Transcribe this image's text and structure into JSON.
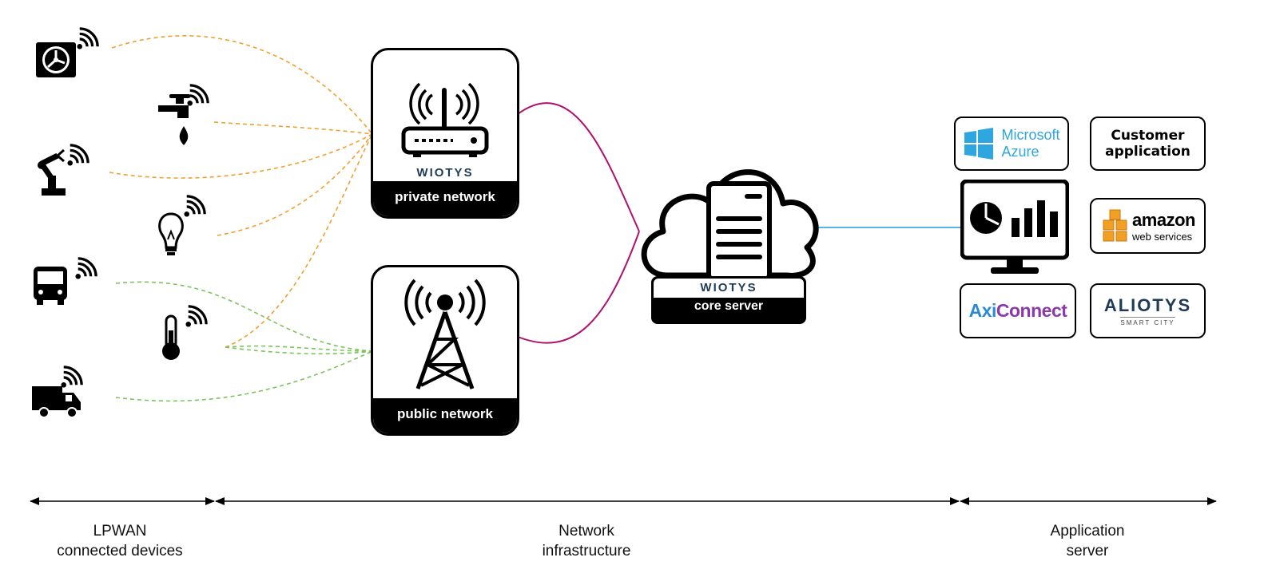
{
  "nodes": {
    "private_network": {
      "label": "private network",
      "brand": "WIOTYS"
    },
    "public_network": {
      "label": "public network"
    },
    "core_server": {
      "label": "core server",
      "brand": "WIOTYS"
    }
  },
  "apps": {
    "azure": {
      "line1": "Microsoft",
      "line2": "Azure"
    },
    "customer": {
      "line1": "Customer",
      "line2": "application"
    },
    "amazon": {
      "line1": "amazon",
      "line2": "web services"
    },
    "axiconnect": {
      "part1": "Axi",
      "part2": "Connect"
    },
    "aliotys": {
      "name": "ALIOTYS",
      "tagline": "SMART CITY"
    }
  },
  "sections": {
    "devices": {
      "line1": "LPWAN",
      "line2": "connected devices"
    },
    "infrastructure": {
      "line1": "Network",
      "line2": "infrastructure"
    },
    "application": {
      "line1": "Application",
      "line2": "server"
    }
  },
  "colors": {
    "private_link": "#f0a030",
    "public_link": "#7cc45a",
    "backhaul": "#b0106e",
    "app_link": "#4fb6e8",
    "azure_blue": "#2ea6e0",
    "amazon_orange": "#f2a024",
    "axi_blue": "#2a8ad6",
    "axi_purple": "#8a3aa8",
    "wiotys_navy": "#1f3b57"
  },
  "icons": [
    "fan-unit-icon",
    "water-tap-icon",
    "robot-arm-icon",
    "light-bulb-icon",
    "bus-icon",
    "thermometer-icon",
    "truck-icon"
  ]
}
